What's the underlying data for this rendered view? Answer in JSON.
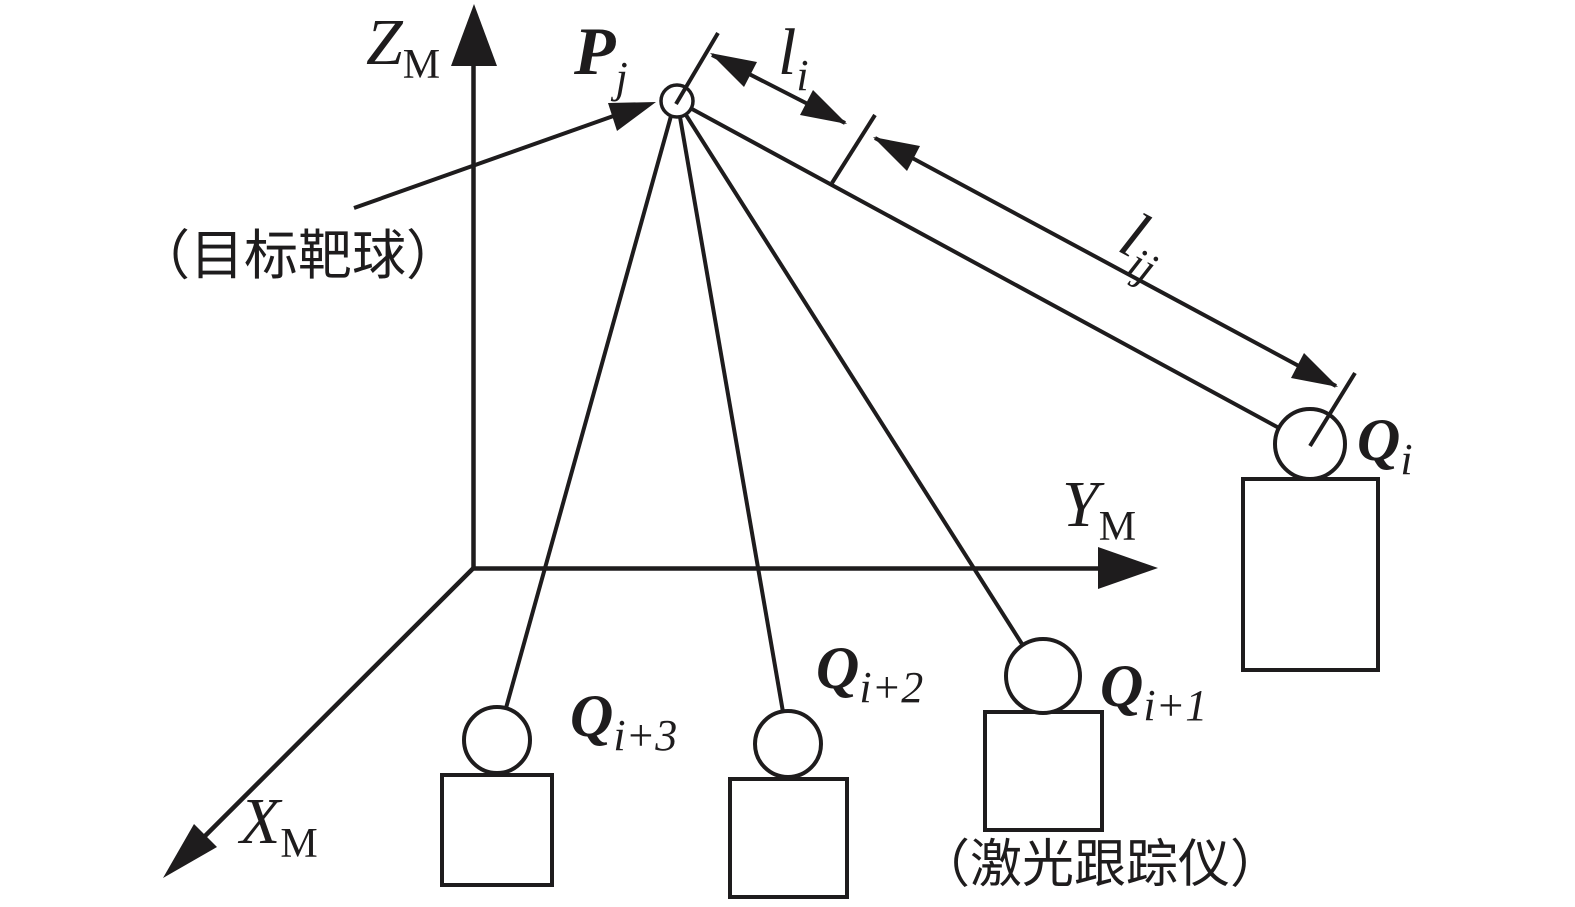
{
  "colors": {
    "background": "#ffffff",
    "ink": "#1e1c1d"
  },
  "axes": {
    "z": {
      "main": "Z",
      "sub": "M"
    },
    "y": {
      "main": "Y",
      "sub": "M"
    },
    "x": {
      "main": "X",
      "sub": "M"
    }
  },
  "target": {
    "point": {
      "main": "P",
      "sub": "j"
    },
    "annotation": "（目标靶球）"
  },
  "dimensions": {
    "li": {
      "main": "l",
      "sub": "i"
    },
    "lij": {
      "main": "l",
      "sub": "ij"
    }
  },
  "trackers": {
    "annotation": "（激光跟踪仪）",
    "qi": {
      "main": "Q",
      "sub": "i"
    },
    "qi1": {
      "main": "Q",
      "sub": "i+1"
    },
    "qi2": {
      "main": "Q",
      "sub": "i+2"
    },
    "qi3": {
      "main": "Q",
      "sub": "i+3"
    }
  }
}
